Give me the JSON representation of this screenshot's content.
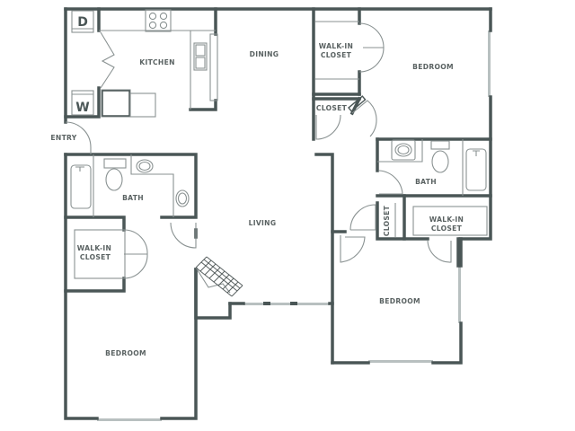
{
  "plan": {
    "type": "apartment-floor-plan",
    "bedrooms": 3,
    "bathrooms": 2,
    "colors": {
      "wall": "#4a5656",
      "fixture": "#8a9292",
      "window": "#b8c0c0",
      "label": "#5a6262",
      "background": "#ffffff"
    }
  },
  "rooms": {
    "kitchen": {
      "label": "KITCHEN"
    },
    "dining": {
      "label": "DINING"
    },
    "living": {
      "label": "LIVING"
    },
    "entry": {
      "label": "ENTRY"
    },
    "bedroom_ne": {
      "label": "BEDROOM"
    },
    "walkin_closet_n": {
      "label_line1": "WALK-IN",
      "label_line2": "CLOSET"
    },
    "closet_hall": {
      "label": "CLOSET"
    },
    "bath_east": {
      "label": "BATH"
    },
    "closet_east": {
      "label": "CLOSET"
    },
    "walkin_closet_e": {
      "label_line1": "WALK-IN",
      "label_line2": "CLOSET"
    },
    "bedroom_se": {
      "label": "BEDROOM"
    },
    "bath_west": {
      "label": "BATH"
    },
    "walkin_closet_w": {
      "label_line1": "WALK-IN",
      "label_line2": "CLOSET"
    },
    "bedroom_sw": {
      "label": "BEDROOM"
    }
  },
  "appliances": {
    "dryer": {
      "letter": "D"
    },
    "washer": {
      "letter": "W"
    }
  },
  "fixtures": [
    {
      "type": "cooktop",
      "room": "kitchen"
    },
    {
      "type": "kitchen-sink",
      "room": "kitchen"
    },
    {
      "type": "refrigerator",
      "room": "kitchen"
    },
    {
      "type": "dishwasher",
      "room": "kitchen"
    },
    {
      "type": "bathtub",
      "room": "bath_west"
    },
    {
      "type": "toilet",
      "room": "bath_west"
    },
    {
      "type": "sink",
      "room": "bath_west"
    },
    {
      "type": "sink",
      "room": "bath_west"
    },
    {
      "type": "bathtub",
      "room": "bath_east"
    },
    {
      "type": "toilet",
      "room": "bath_east"
    },
    {
      "type": "sink",
      "room": "bath_east"
    },
    {
      "type": "fireplace",
      "room": "living"
    }
  ]
}
